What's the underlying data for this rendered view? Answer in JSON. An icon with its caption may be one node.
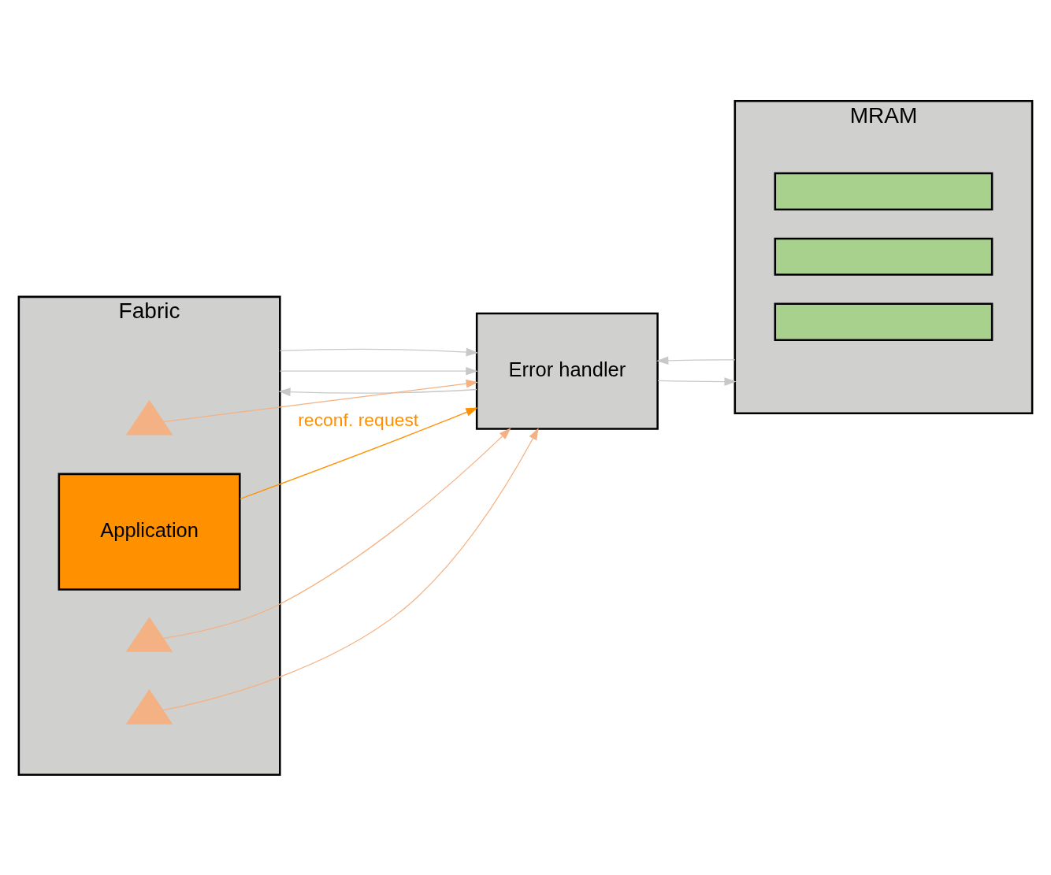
{
  "diagram": {
    "nodes": [
      {
        "text": [
          "MRAM"
        ]
      },
      {
        "text": [],
        "shape": "box",
        "in": 0
      },
      {
        "text": [],
        "shape": "box",
        "in": 0
      },
      {
        "text": [],
        "shape": "box",
        "in": 0
      },
      {
        "text": [
          "Error handler"
        ]
      },
      {
        "text": [
          "Fabric"
        ]
      },
      {
        "text": [],
        "shape": "tree",
        "in": 5
      },
      {
        "text": [
          "Application"
        ],
        "in": 5
      },
      {
        "text": [],
        "shape": "tree",
        "in": 5
      },
      {
        "text": [],
        "shape": "tree",
        "in": 5
      }
    ],
    "edges": [
      {
        "from": 4,
        "to": 0,
        "arrow": "to"
      },
      {
        "from": 0,
        "to": 4,
        "arrow": "to"
      },
      {
        "from": 4,
        "to": 5,
        "arrow": "to"
      },
      {
        "from": 5,
        "to": 4,
        "arrow": "to"
      },
      {
        "from": 7,
        "to": 4,
        "arrow": "to",
        "label": "reconf. request",
        "color": "#ff9000"
      },
      {
        "from": 5,
        "to": 4,
        "arrow": "to"
      },
      {
        "from": 6,
        "to": 4,
        "arrow": "to",
        "color": "#f4b183"
      },
      {
        "from": 8,
        "to": 4,
        "arrow": "to",
        "color": "#f4b183"
      },
      {
        "from": 9,
        "to": 4,
        "arrow": "to",
        "color": "#f4b183"
      }
    ]
  }
}
